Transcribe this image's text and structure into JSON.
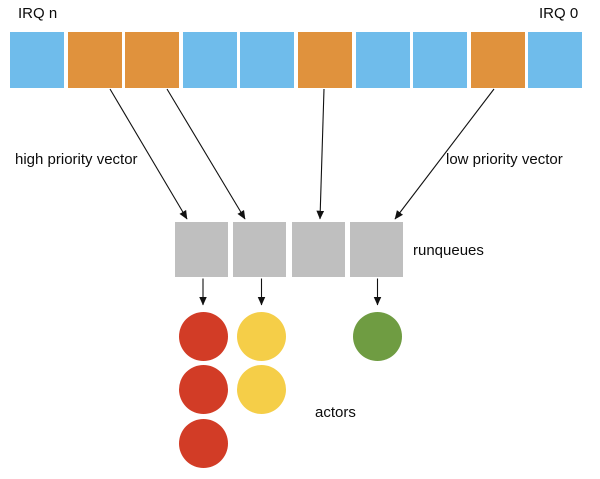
{
  "labels": {
    "irq_n": "IRQ n",
    "irq_0": "IRQ 0",
    "high_priority": "high priority vector",
    "low_priority": "low priority vector",
    "runqueues": "runqueues",
    "actors": "actors"
  },
  "colors": {
    "irq_inactive": "#6FBCEB",
    "irq_active": "#E0923D",
    "runqueue": "#BFBFBF",
    "red": "#D23C26",
    "yellow": "#F5CE48",
    "green": "#6F9C42",
    "arrow": "#111111"
  },
  "irq_row": {
    "cells": [
      "inactive",
      "active",
      "active",
      "inactive",
      "inactive",
      "active",
      "inactive",
      "inactive",
      "active",
      "inactive"
    ]
  },
  "runqueues": {
    "count": 4
  },
  "actors": {
    "columns": [
      {
        "color": "red",
        "count": 3
      },
      {
        "color": "yellow",
        "count": 2
      },
      {
        "color": "green",
        "count": 1
      }
    ]
  },
  "edges": {
    "irq_to_runqueue": [
      {
        "from_irq_index": 1,
        "to_runqueue_index": 0,
        "kind": "high priority vector"
      },
      {
        "from_irq_index": 2,
        "to_runqueue_index": 1,
        "kind": "high priority vector"
      },
      {
        "from_irq_index": 5,
        "to_runqueue_index": 2,
        "kind": "low priority vector"
      },
      {
        "from_irq_index": 8,
        "to_runqueue_index": 3,
        "kind": "low priority vector"
      }
    ],
    "runqueue_to_actor": [
      {
        "from_runqueue_index": 0,
        "to_actor_column": 0
      },
      {
        "from_runqueue_index": 1,
        "to_actor_column": 1
      },
      {
        "from_runqueue_index": 3,
        "to_actor_column": 2
      }
    ]
  }
}
